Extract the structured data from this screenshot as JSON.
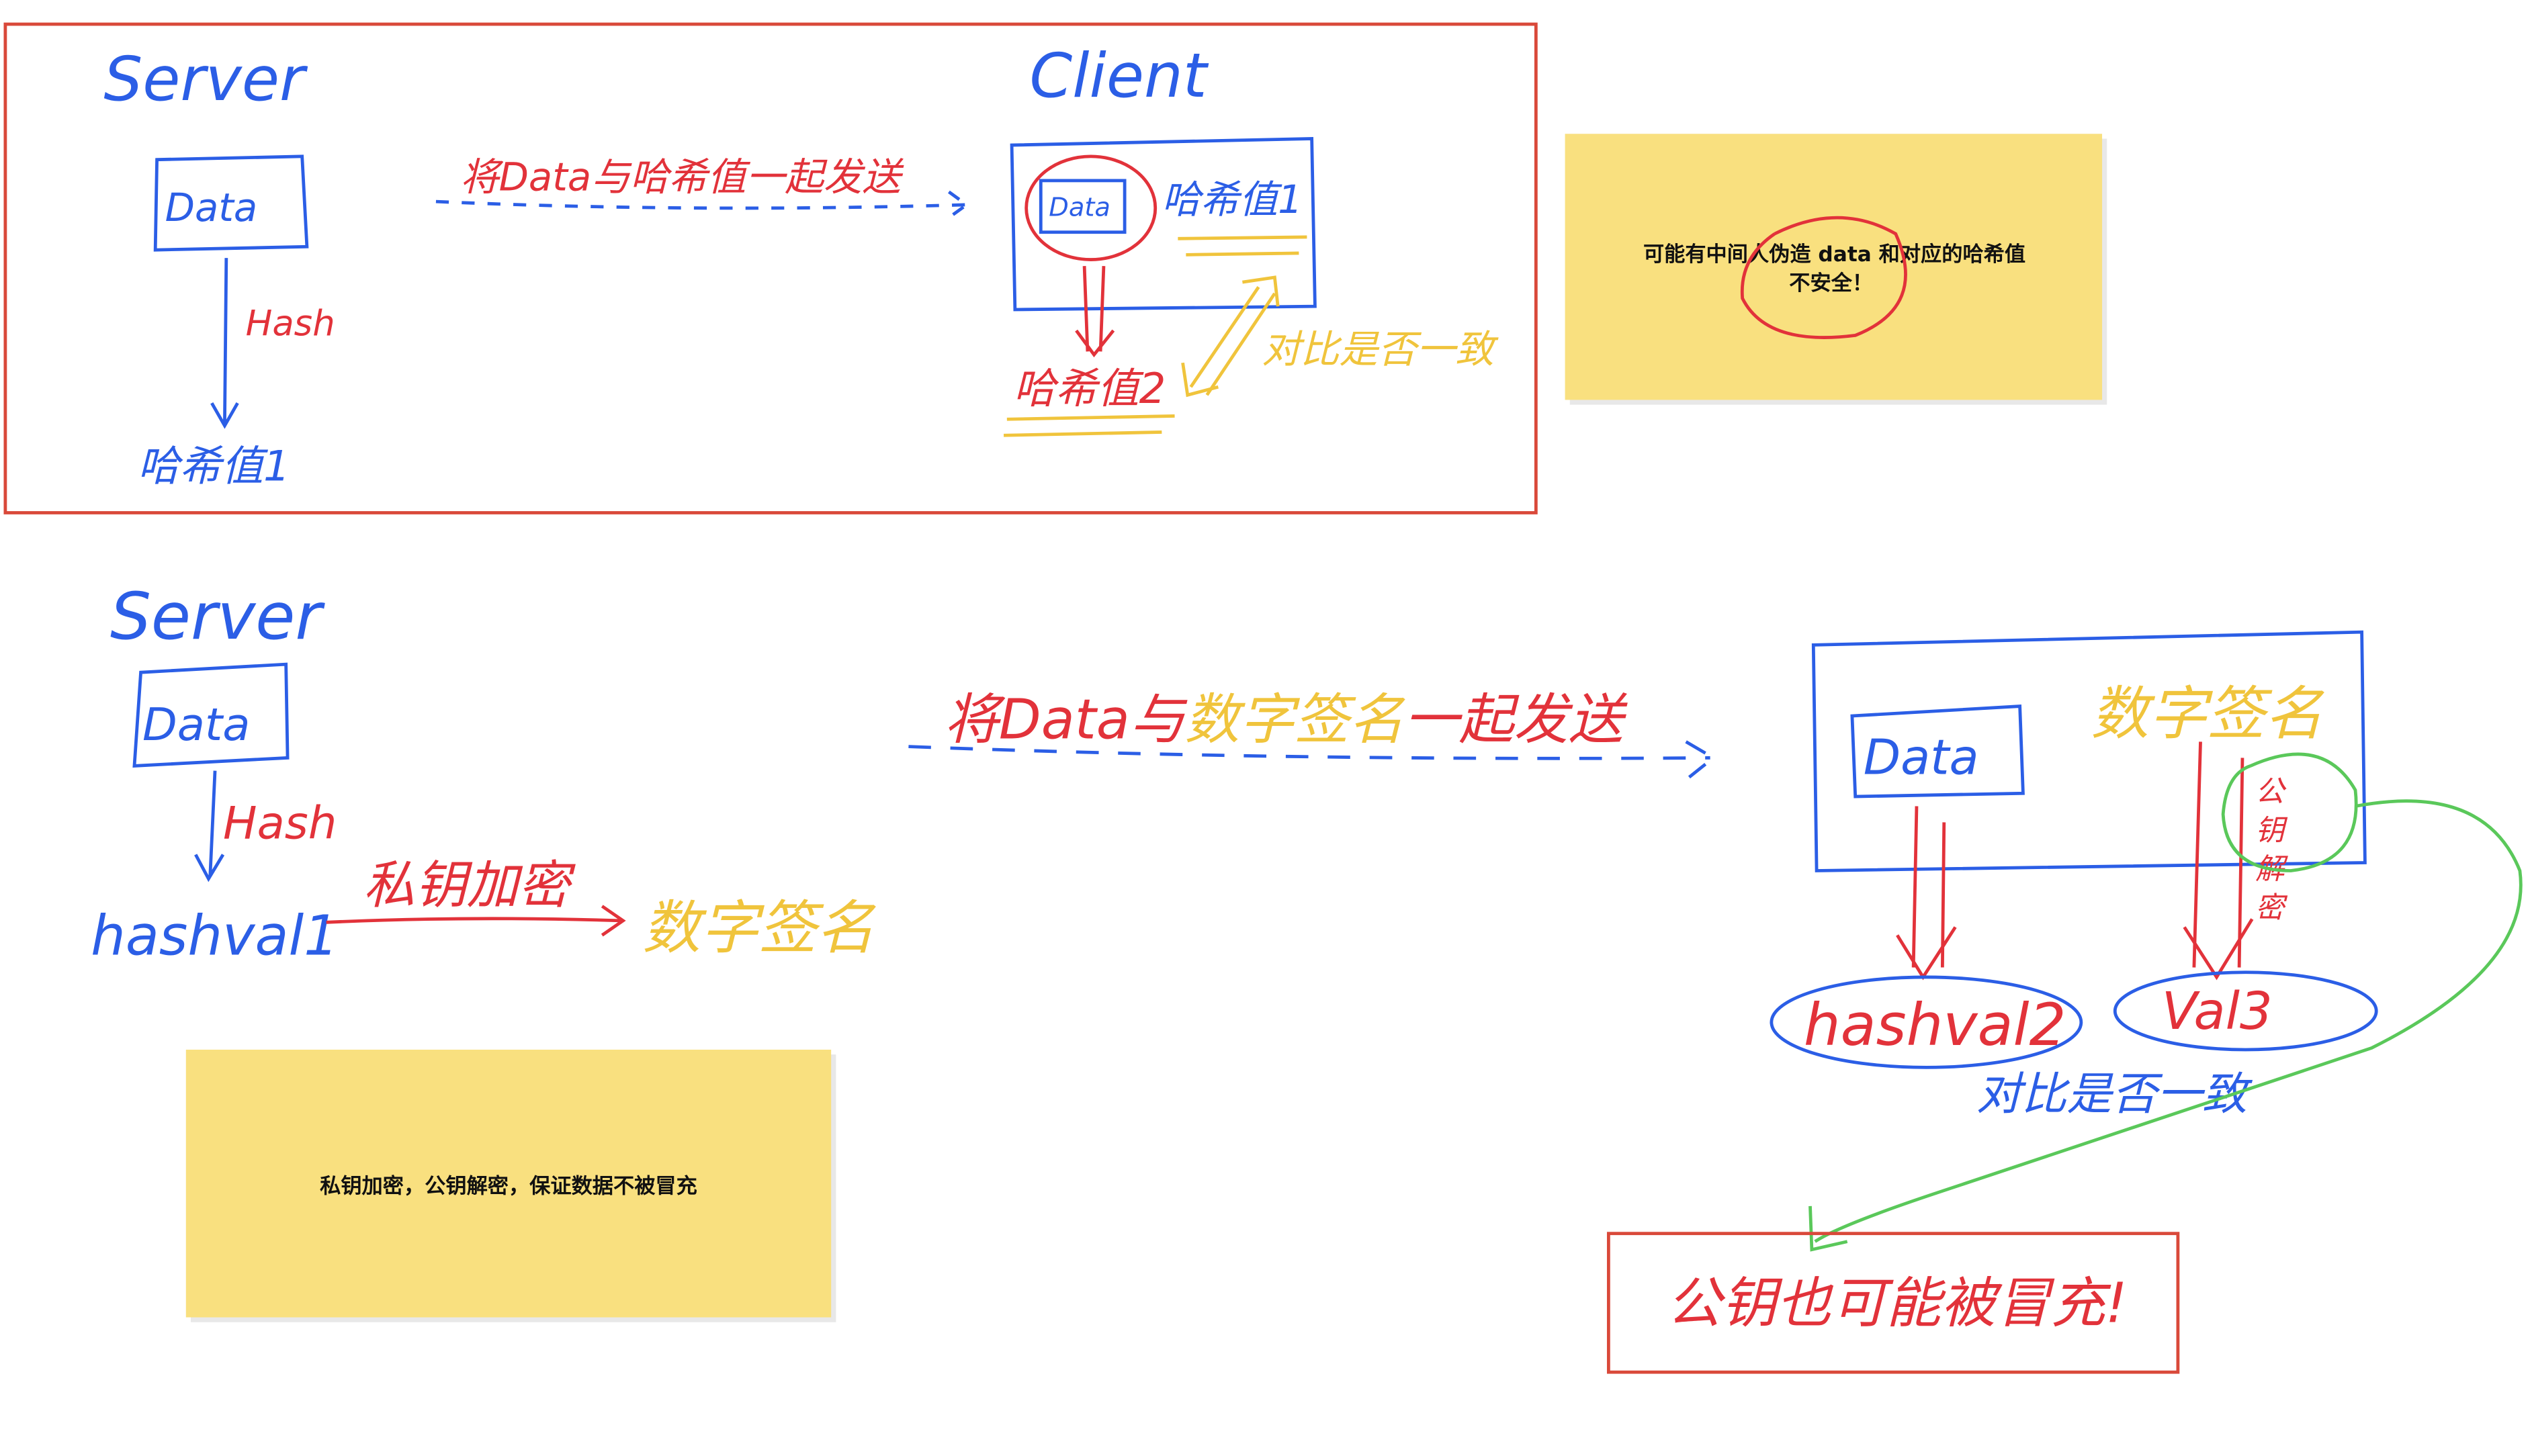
{
  "colors": {
    "blue": "#2b5ee6",
    "red": "#e2323a",
    "yellow": "#f0c43c",
    "green": "#5ac85a",
    "frame": "#d9493a",
    "sticky": "#f9e07f"
  },
  "section1": {
    "server_label": "Server",
    "data_label": "Data",
    "hash_label": "Hash",
    "hash_value_1": "哈希值1",
    "send_label": "将Data与哈希值一起发送",
    "client_label": "Client",
    "client_data_label": "Data",
    "client_hash_value_1": "哈希值1",
    "client_hash_value_2": "哈希值2",
    "compare_label": "对比是否一致"
  },
  "sticky1": {
    "line1": "可能有中间人伪造 data 和对应的哈希值",
    "line2": "不安全！"
  },
  "section2": {
    "server_label": "Server",
    "data_label": "Data",
    "hash_label": "Hash",
    "hashval1": "hashval1",
    "encrypt_label": "私钥加密",
    "signature_label": "数字签名",
    "send_prefix": "将Data与",
    "send_signature": "数字签名",
    "send_suffix": "一起发送",
    "client_signature_label": "数字签名",
    "client_data_label": "Data",
    "decrypt_label": [
      "公",
      "钥",
      "解",
      "密"
    ],
    "hashval2": "hashval2",
    "val3": "Val3",
    "compare_label": "对比是否一致",
    "warning": "公钥也可能被冒充!"
  },
  "sticky2": {
    "text": "私钥加密，公钥解密，保证数据不被冒充"
  }
}
